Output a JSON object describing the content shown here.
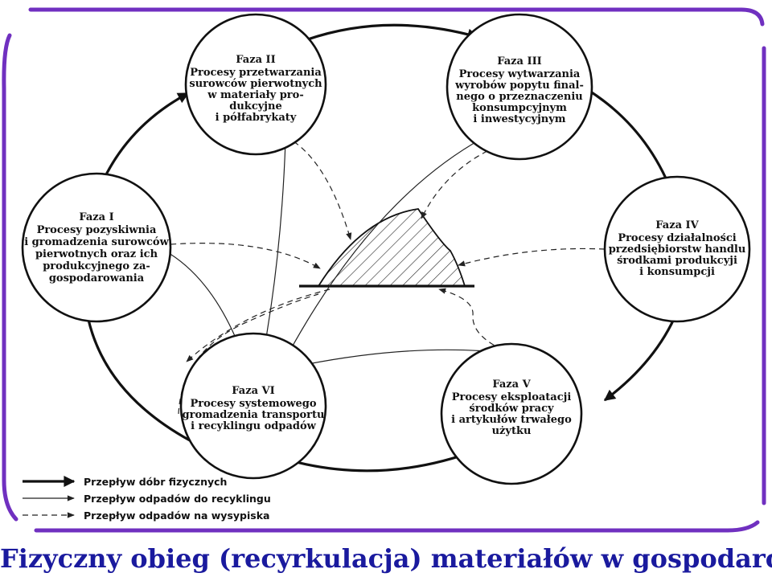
{
  "phases": {
    "faza1": {
      "title": "Faza I",
      "lines": [
        "Procesy pozyskiwnia",
        "i gromadzenia surowców",
        "pierwotnych oraz ich",
        "produkcyjnego za-",
        "gospodarowania"
      ]
    },
    "faza2": {
      "title": "Faza II",
      "lines": [
        "Procesy przetwarzania",
        "surowców pierwotnych",
        "w materiały pro-",
        "dukcyjne",
        "i półfabrykaty"
      ]
    },
    "faza3": {
      "title": "Faza III",
      "lines": [
        "Procesy wytwarzania",
        "wyrobów popytu final-",
        "nego o przeznaczeniu",
        "konsumpcyjnym",
        "i inwestycyjnym"
      ]
    },
    "faza4": {
      "title": "Faza IV",
      "lines": [
        "Procesy działalności",
        "przedsiębiorstw handlu",
        "środkami produkcyji",
        "i konsumpcji"
      ]
    },
    "faza5": {
      "title": "Faza V",
      "lines": [
        "Procesy eksploatacji",
        "środków pracy",
        "i artykułów trwałego",
        "użytku"
      ]
    },
    "faza6": {
      "title": "Faza VI",
      "lines": [
        "Procesy systemowego",
        "gromadzenia transportu",
        "i recyklingu odpadów"
      ]
    }
  },
  "legend": [
    {
      "style": "solid-thick",
      "label": "Przepływ dóbr fizycznych"
    },
    {
      "style": "solid-thin",
      "label": "Przepływ odpadów do recyklingu"
    },
    {
      "style": "dashed",
      "label": "Przepływ odpadów na wysypiska"
    }
  ],
  "caption": "Fizyczny obieg (recyrkulacja) materiałów w gospodarce",
  "colors": {
    "frame": "#7030c0",
    "caption": "#1a1a9e",
    "ink": "#111111"
  }
}
